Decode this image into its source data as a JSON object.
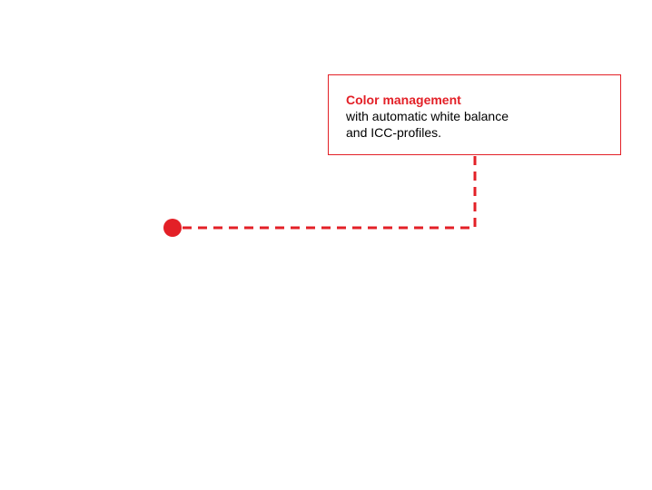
{
  "callout": {
    "title": "Color management",
    "lines": [
      "with automatic white balance",
      "and ICC-profiles."
    ]
  },
  "colors": {
    "accent": "#e32027",
    "text": "#000000",
    "background": "#ffffff"
  }
}
